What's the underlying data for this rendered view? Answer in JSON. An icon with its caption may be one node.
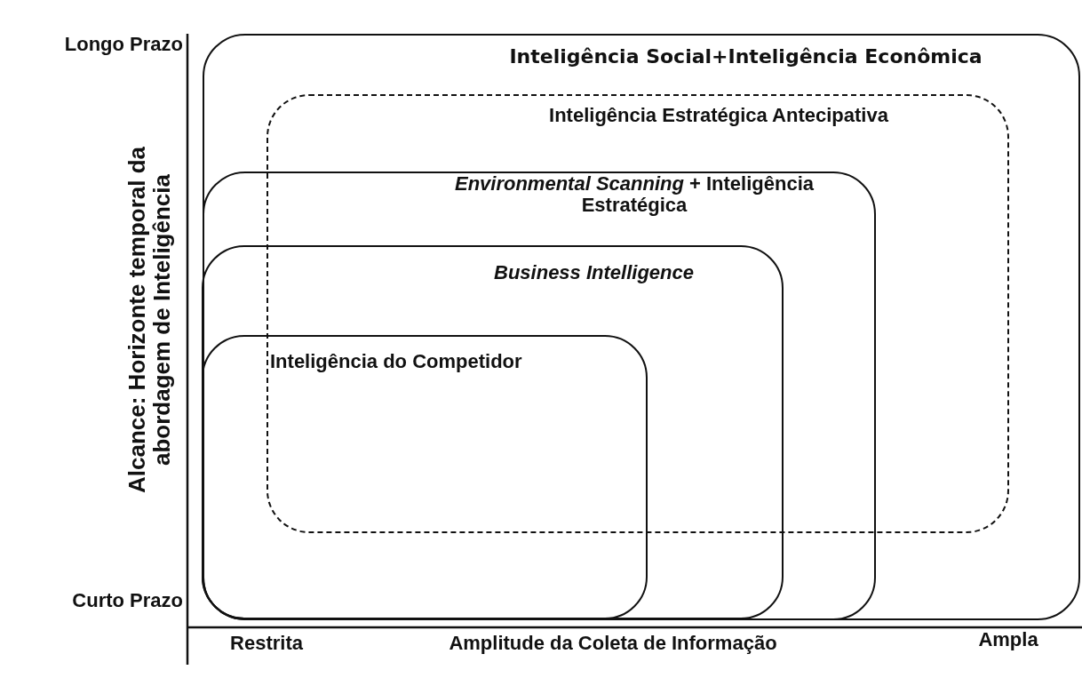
{
  "diagram": {
    "nodes": [
      {
        "text": [
          "Inteligência Social+Inteligência Econômica"
        ]
      },
      {
        "text": [
          "Inteligência Estratégica Antecipativa"
        ],
        "in": 0
      },
      {
        "text": [
          "*Environmental Scanning* + Inteligência Estratégica"
        ],
        "in": 0
      },
      {
        "text": [
          "Business Intelligence"
        ],
        "in": 2
      },
      {
        "text": [
          "Inteligência do Competidor"
        ],
        "in": 3
      }
    ],
    "labels": [
      "Longo Prazo",
      "Alcance: Horizonte temporal da abordagem de Inteligência",
      "Curto Prazo",
      "Restrita",
      "Amplitude da Coleta de Informação",
      "Ampla"
    ]
  }
}
